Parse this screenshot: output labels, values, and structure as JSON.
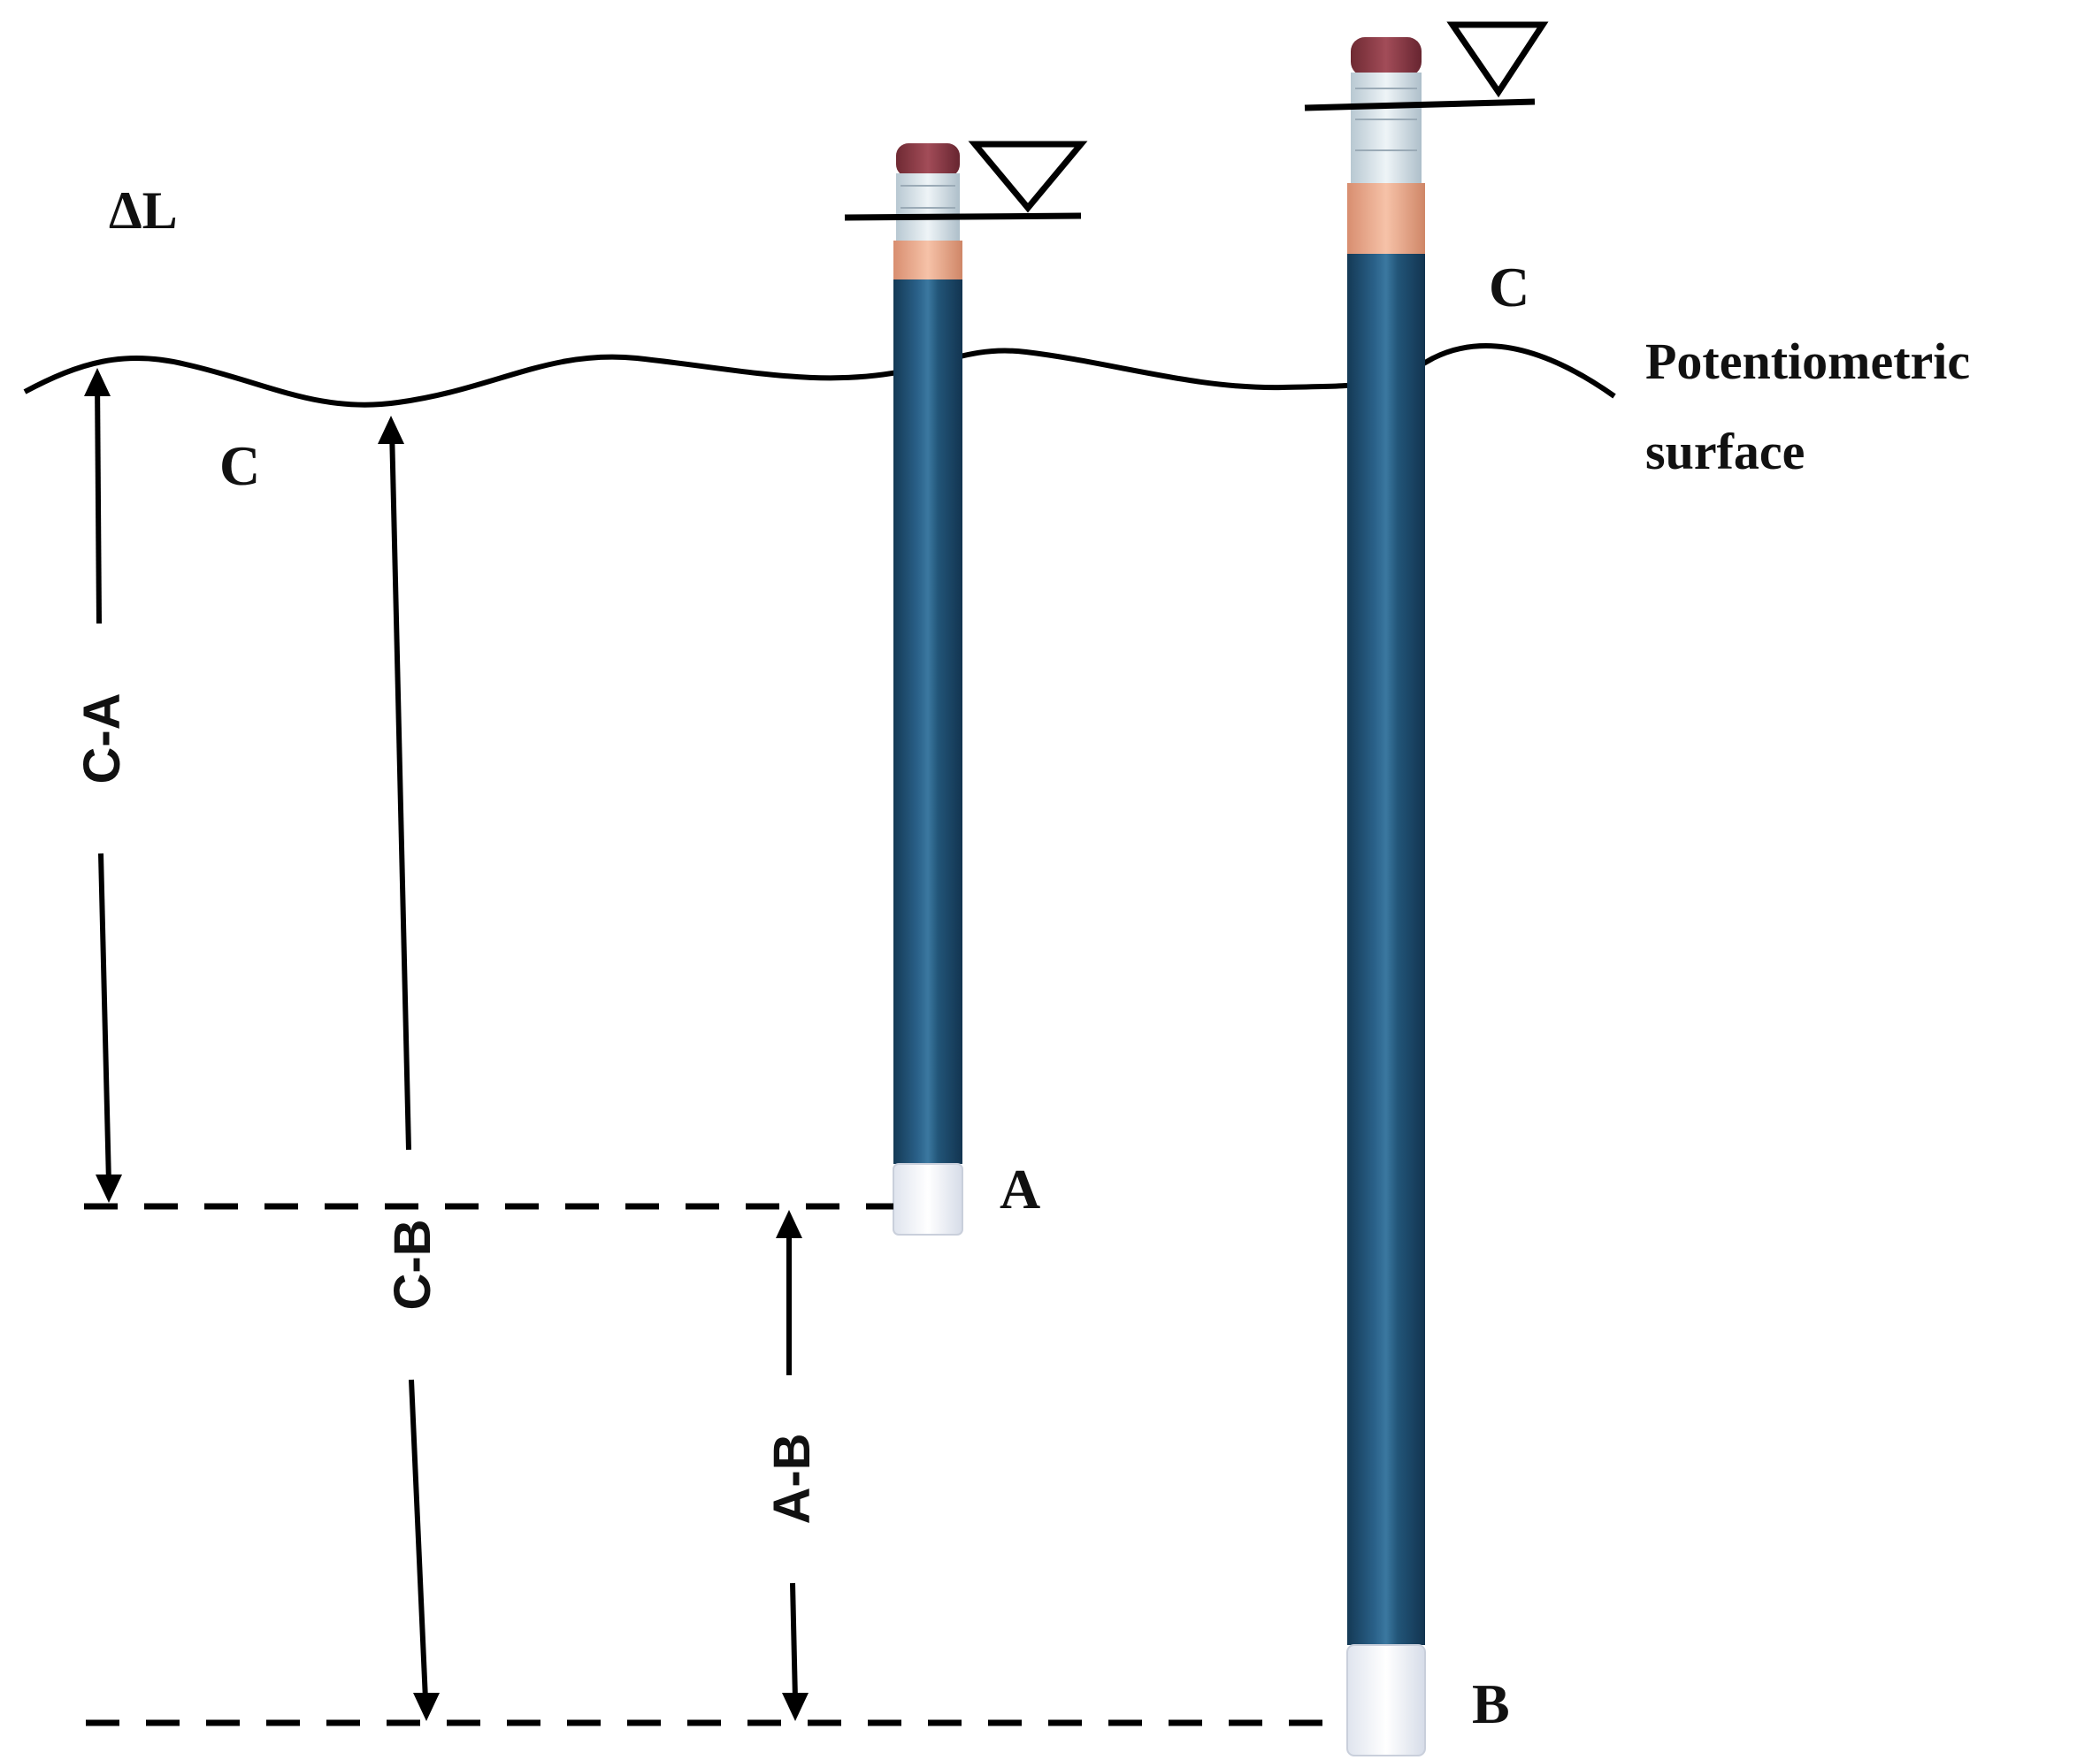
{
  "labels": {
    "delta_l": "ΔL",
    "c_left": "C",
    "c_right": "C",
    "a": "A",
    "b": "B",
    "potentiometric_line1": "Potentiometric",
    "potentiometric_line2": "surface",
    "c_minus_a": "C-A",
    "c_minus_b": "C-B",
    "a_minus_b": "A-B"
  },
  "colors": {
    "pipe_body": "#1f5174",
    "pipe_highlight": "#3a7aa3",
    "pipe_shadow": "#143955",
    "cap": "#8a3a45",
    "collar": "#e8a78a",
    "screen_tip": "#f4f6fb",
    "glass": "#d8e3ea",
    "ink": "#000000"
  }
}
